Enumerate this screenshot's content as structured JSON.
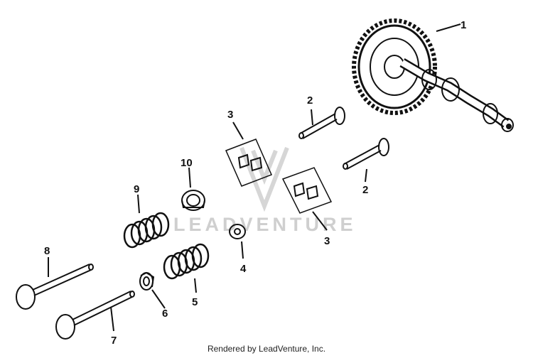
{
  "diagram": {
    "callouts": [
      {
        "id": "c1",
        "label": "1"
      },
      {
        "id": "c2a",
        "label": "2"
      },
      {
        "id": "c2b",
        "label": "2"
      },
      {
        "id": "c3a",
        "label": "3"
      },
      {
        "id": "c3b",
        "label": "3"
      },
      {
        "id": "c4",
        "label": "4"
      },
      {
        "id": "c5",
        "label": "5"
      },
      {
        "id": "c6",
        "label": "6"
      },
      {
        "id": "c7",
        "label": "7"
      },
      {
        "id": "c8",
        "label": "8"
      },
      {
        "id": "c9",
        "label": "9"
      },
      {
        "id": "c10",
        "label": "10"
      }
    ],
    "watermark": "LEADVENTURE",
    "colors": {
      "line": "#111111",
      "watermark": "#cfcfcf"
    }
  },
  "footer": {
    "text": "Rendered by LeadVenture, Inc."
  }
}
